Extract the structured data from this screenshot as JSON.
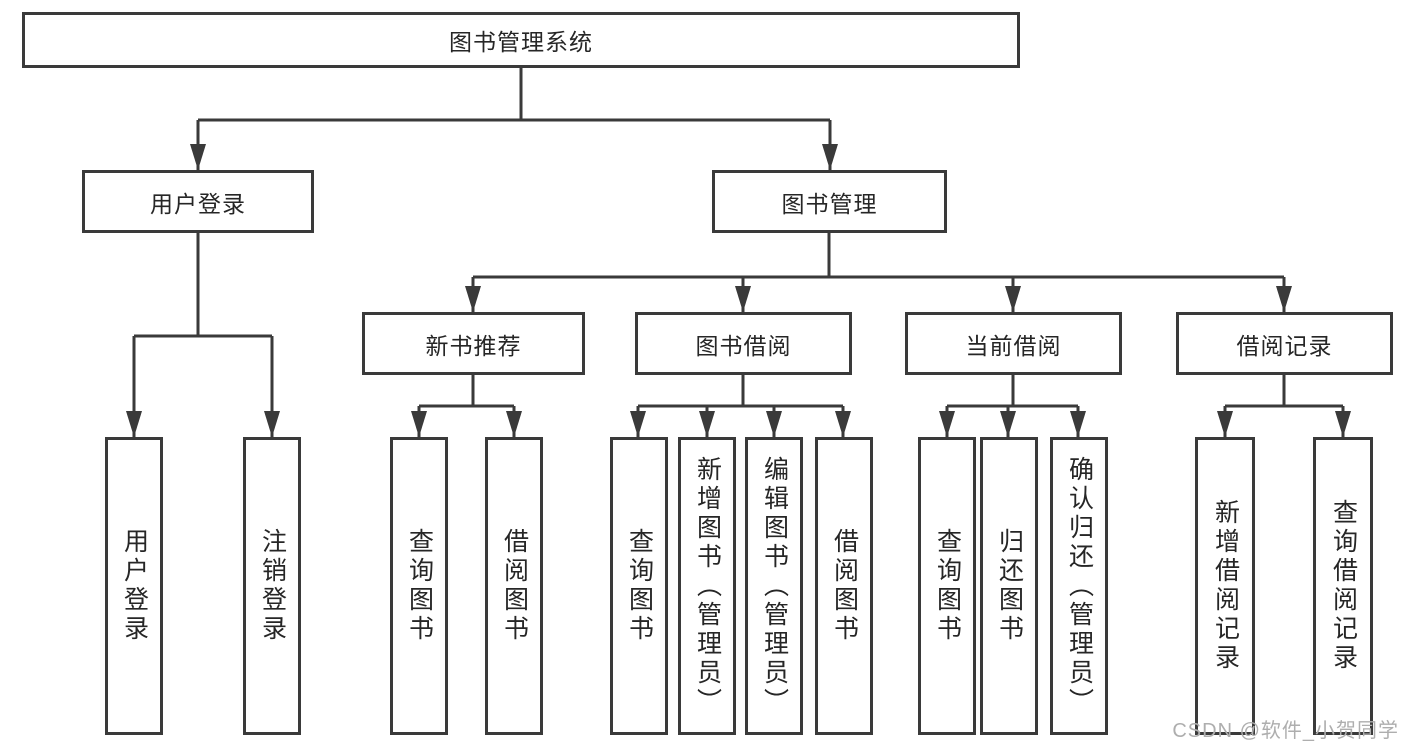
{
  "nodes": {
    "root": "图书管理系统",
    "level2": [
      "用户登录",
      "图书管理"
    ],
    "level3": [
      "新书推荐",
      "图书借阅",
      "当前借阅",
      "借阅记录"
    ],
    "login_children": [
      "用户登录",
      "注销登录"
    ],
    "newbook_children": [
      "查询图书",
      "借阅图书"
    ],
    "borrow_children": [
      "查询图书",
      "新增图书（管理员）",
      "编辑图书（管理员）",
      "借阅图书"
    ],
    "current_children": [
      "查询图书",
      "归还图书",
      "确认归还（管理员）"
    ],
    "record_children": [
      "新增借阅记录",
      "查询借阅记录"
    ]
  },
  "watermark": {
    "text": "CSDN @软件_小贺同学"
  },
  "colors": {
    "line": "#3a3a3a",
    "text": "#262626",
    "background": "#ffffff",
    "watermark": "#aeaeae"
  }
}
